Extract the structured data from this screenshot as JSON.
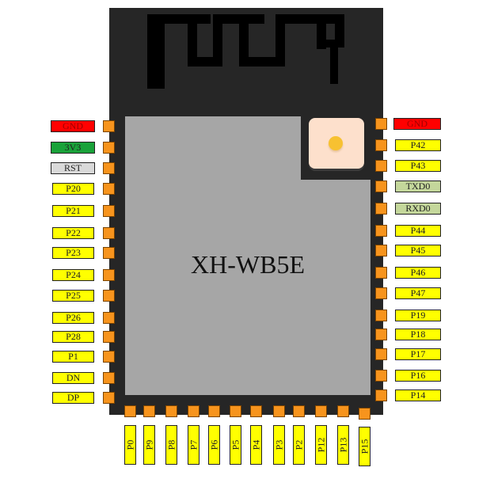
{
  "module": {
    "name": "XH-WB5E",
    "colors": {
      "board": "#262626",
      "shield": "#a6a6a6",
      "antenna": "#000000",
      "pad": "#f7941d",
      "connector": "#fde0cc",
      "connector_dot": "#f7c131"
    }
  },
  "label_colors": {
    "gnd": "#ff0000",
    "power": "#1aa23a",
    "reset": "#d9d9d9",
    "uart": "#c4d79b",
    "gpio": "#ffff00"
  },
  "left_pins": [
    {
      "label": "GND",
      "type": "gnd"
    },
    {
      "label": "3V3",
      "type": "power"
    },
    {
      "label": "RST",
      "type": "reset"
    },
    {
      "label": "P20",
      "type": "gpio"
    },
    {
      "label": "P21",
      "type": "gpio"
    },
    {
      "label": "P22",
      "type": "gpio"
    },
    {
      "label": "P23",
      "type": "gpio"
    },
    {
      "label": "P24",
      "type": "gpio"
    },
    {
      "label": "P25",
      "type": "gpio"
    },
    {
      "label": "P26",
      "type": "gpio"
    },
    {
      "label": "P28",
      "type": "gpio"
    },
    {
      "label": "P1",
      "type": "gpio"
    },
    {
      "label": "DN",
      "type": "gpio"
    },
    {
      "label": "DP",
      "type": "gpio"
    }
  ],
  "right_pins": [
    {
      "label": "GND",
      "type": "gnd"
    },
    {
      "label": "P42",
      "type": "gpio"
    },
    {
      "label": "P43",
      "type": "gpio"
    },
    {
      "label": "TXD0",
      "type": "uart"
    },
    {
      "label": "RXD0",
      "type": "uart"
    },
    {
      "label": "P44",
      "type": "gpio"
    },
    {
      "label": "P45",
      "type": "gpio"
    },
    {
      "label": "P46",
      "type": "gpio"
    },
    {
      "label": "P47",
      "type": "gpio"
    },
    {
      "label": "P19",
      "type": "gpio"
    },
    {
      "label": "P18",
      "type": "gpio"
    },
    {
      "label": "P17",
      "type": "gpio"
    },
    {
      "label": "P16",
      "type": "gpio"
    },
    {
      "label": "P14",
      "type": "gpio"
    }
  ],
  "bottom_pins": [
    {
      "label": "P0",
      "type": "gpio"
    },
    {
      "label": "P9",
      "type": "gpio"
    },
    {
      "label": "P8",
      "type": "gpio"
    },
    {
      "label": "P7",
      "type": "gpio"
    },
    {
      "label": "P6",
      "type": "gpio"
    },
    {
      "label": "P5",
      "type": "gpio"
    },
    {
      "label": "P4",
      "type": "gpio"
    },
    {
      "label": "P3",
      "type": "gpio"
    },
    {
      "label": "P2",
      "type": "gpio"
    },
    {
      "label": "P12",
      "type": "gpio"
    },
    {
      "label": "P13",
      "type": "gpio"
    },
    {
      "label": "P15",
      "type": "gpio"
    }
  ]
}
